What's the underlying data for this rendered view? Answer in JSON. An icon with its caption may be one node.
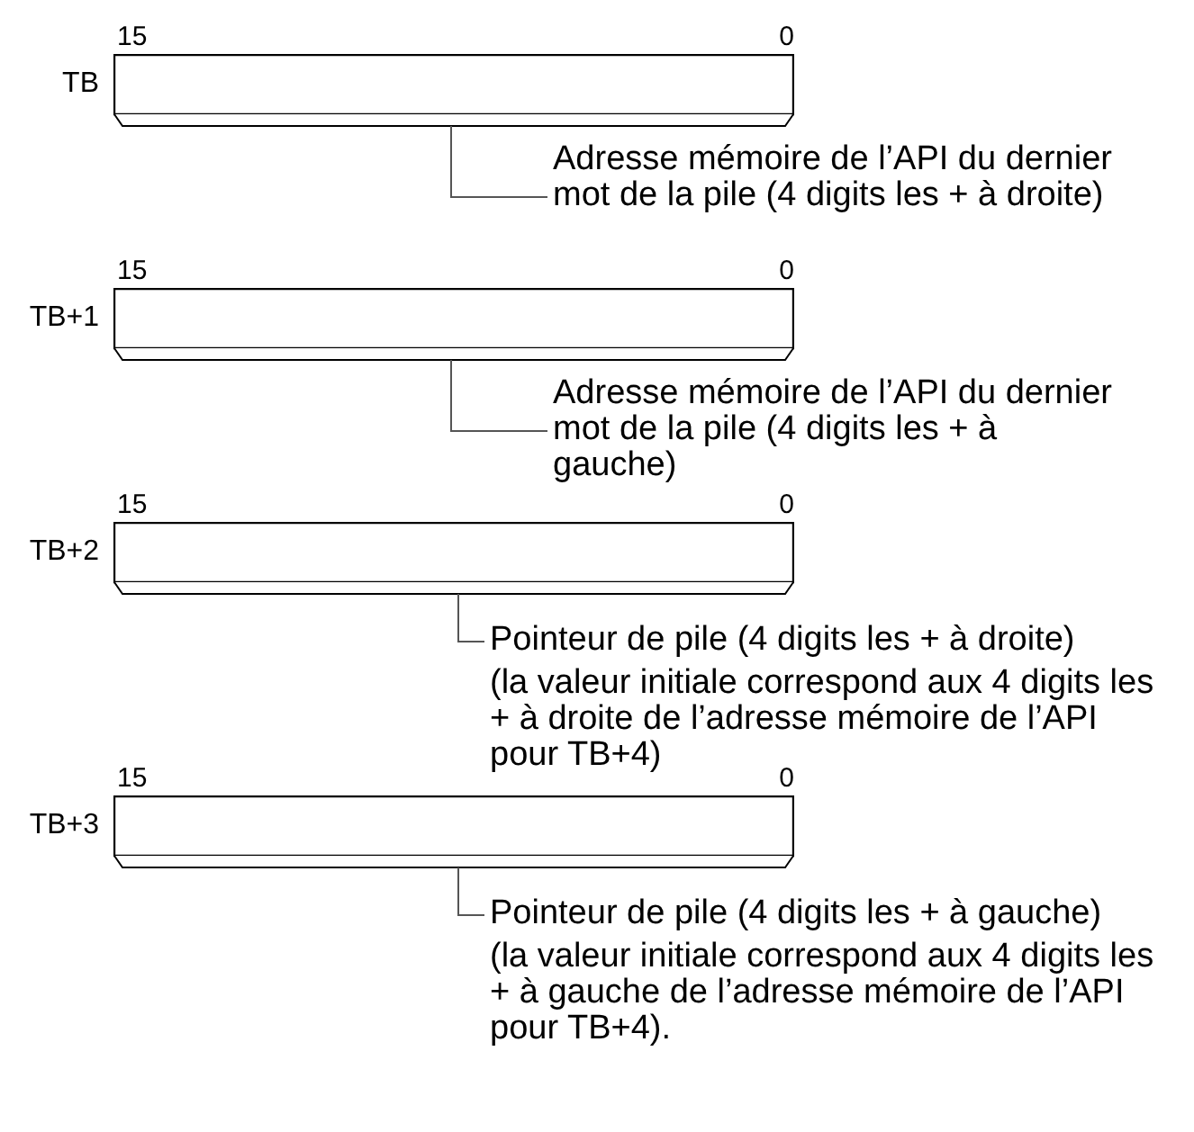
{
  "diagram": {
    "nodes": [
      {
        "text": [],
        "shape": "box",
        "beside": [
          "TB",
          "15",
          "0"
        ]
      },
      {
        "text": [
          "Adresse mémoire de l’API du dernier mot de la pile (4 digits les + à droite)"
        ]
      },
      {
        "text": [],
        "shape": "box",
        "beside": [
          "TB+1",
          "15",
          "0"
        ]
      },
      {
        "text": [
          "Adresse mémoire de l’API du dernier mot de la pile (4 digits les + à gauche)"
        ]
      },
      {
        "text": [],
        "shape": "box",
        "beside": [
          "TB+2",
          "15",
          "0"
        ]
      },
      {
        "text": [
          "Pointeur de pile (4 digits les + à droite)",
          "(la valeur initiale correspond aux 4 digits les + à droite de l’adresse mémoire de l’API pour TB+4)"
        ]
      },
      {
        "text": [],
        "shape": "box",
        "beside": [
          "TB+3",
          "15",
          "0"
        ]
      },
      {
        "text": [
          "Pointeur de pile (4 digits les + à gauche)",
          "(la valeur initiale correspond aux 4 digits les + à gauche de l’adresse mémoire de l’API pour TB+4)."
        ]
      }
    ],
    "edges": [
      {
        "from": 1,
        "to": 0,
        "arrow": "none"
      },
      {
        "from": 3,
        "to": 2,
        "arrow": "none"
      },
      {
        "from": 5,
        "to": 4,
        "arrow": "none"
      },
      {
        "from": 7,
        "to": 6,
        "arrow": "none"
      }
    ]
  }
}
